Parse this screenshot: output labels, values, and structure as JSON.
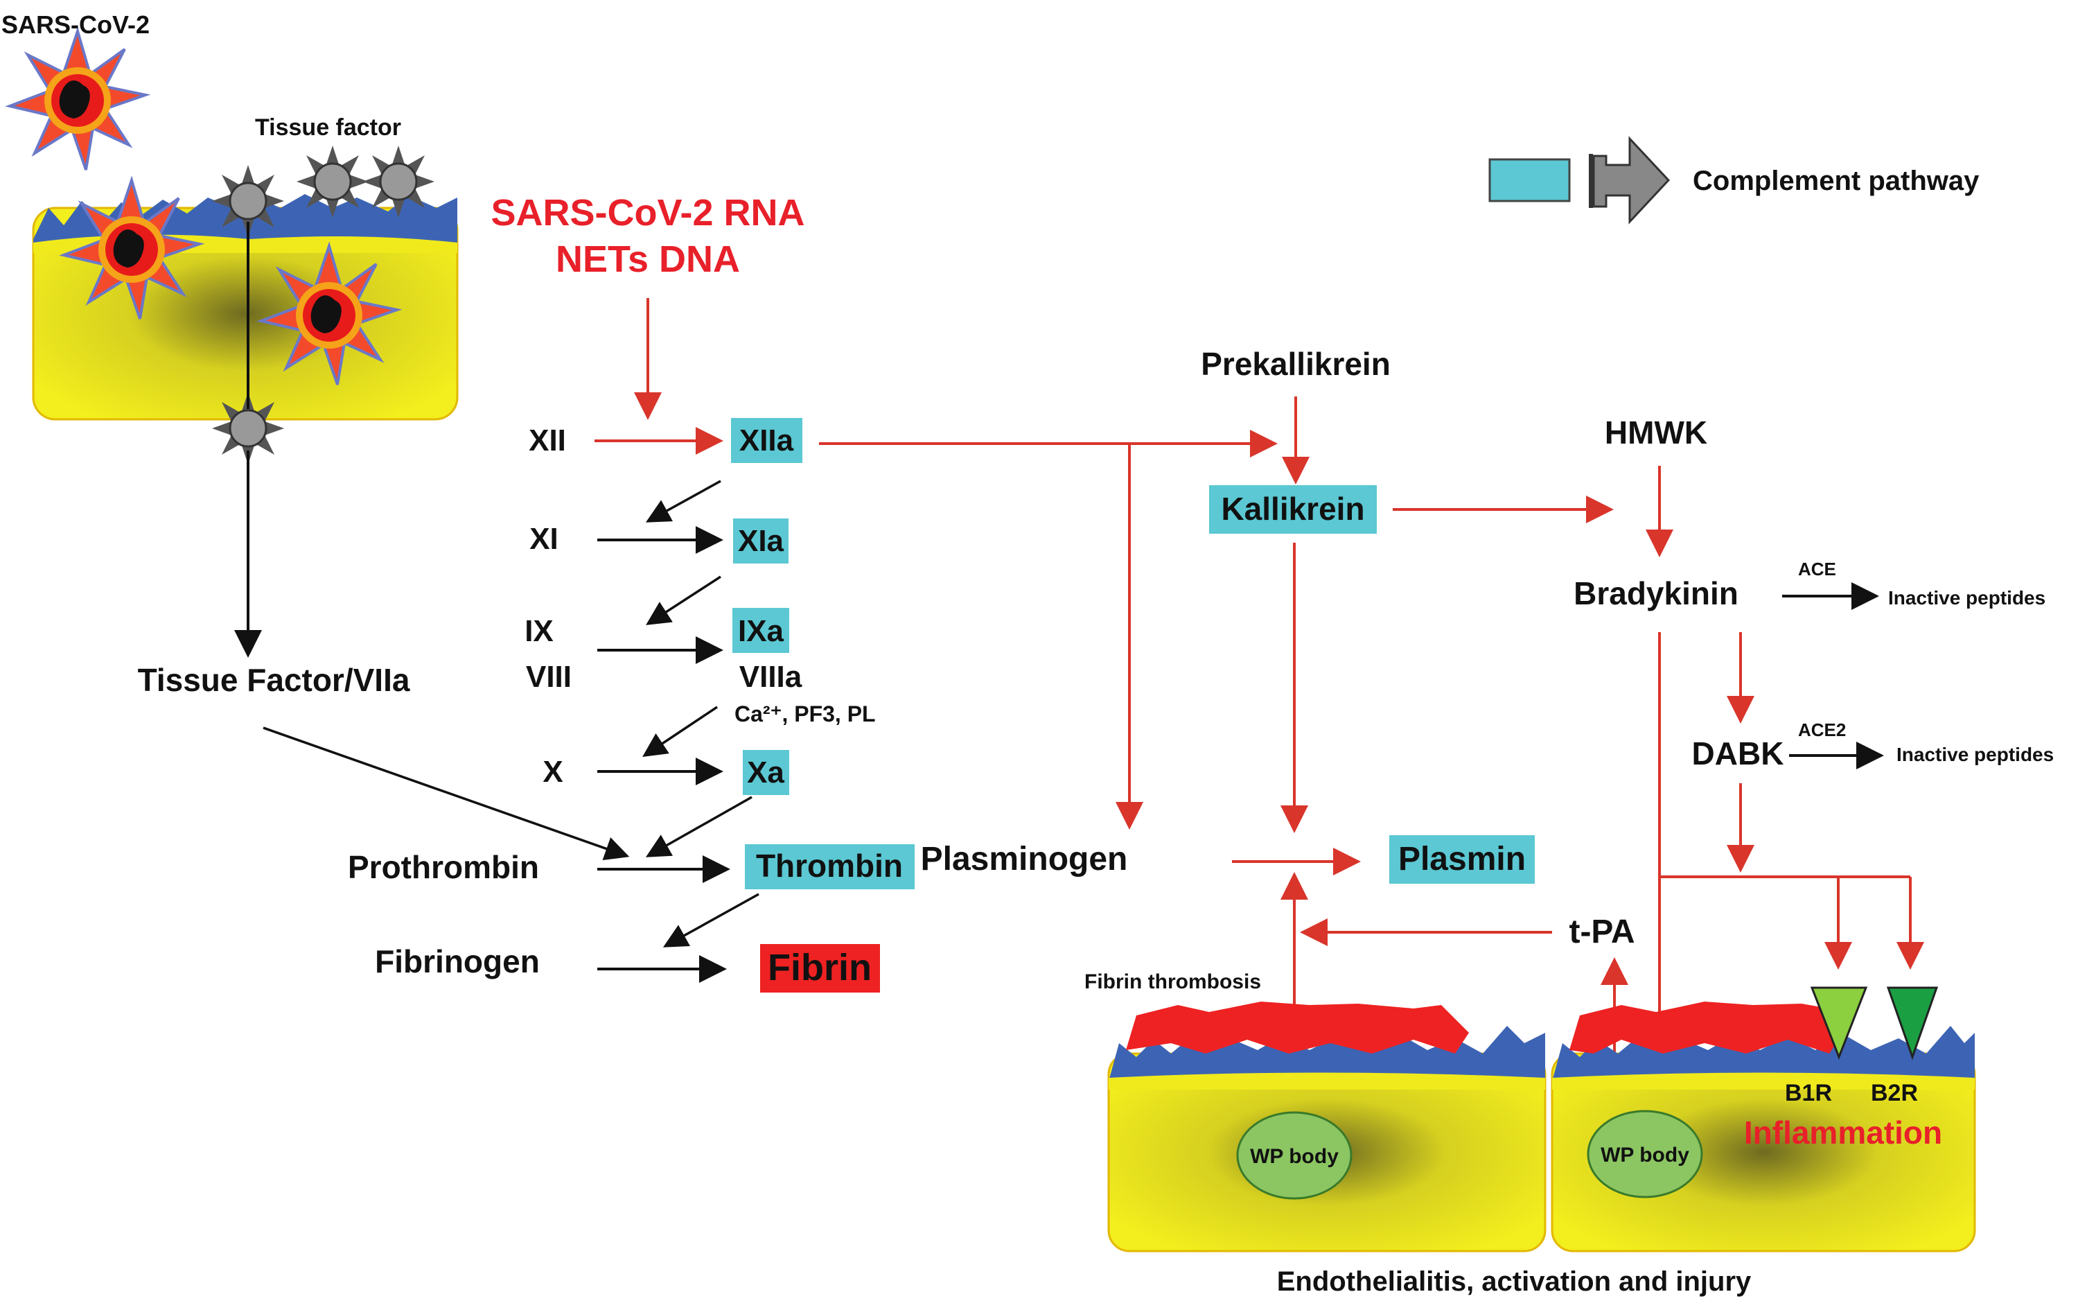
{
  "labels": {
    "virus": "SARS-CoV-2",
    "tissue_factor": "Tissue factor",
    "rna_line1": "SARS-CoV-2 RNA",
    "rna_line2": "NETs DNA",
    "legend": "Complement pathway",
    "xii": "XII",
    "xiia": "XIIa",
    "xi": "XI",
    "xia": "XIa",
    "ix": "IX",
    "viii": "VIII",
    "ixa": "IXa",
    "viiia": "VIIIa",
    "cofactors": "Ca²⁺, PF3, PL",
    "x": "X",
    "xa": "Xa",
    "tf_viia": "Tissue Factor/VIIa",
    "prothrombin": "Prothrombin",
    "thrombin": "Thrombin",
    "fibrinogen": "Fibrinogen",
    "fibrin": "Fibrin",
    "prekallikrein": "Prekallikrein",
    "kallikrein": "Kallikrein",
    "hmwk": "HMWK",
    "bradykinin": "Bradykinin",
    "ace": "ACE",
    "inactive1": "Inactive peptides",
    "dabk": "DABK",
    "ace2": "ACE2",
    "inactive2": "Inactive peptides",
    "plasminogen": "Plasminogen",
    "plasmin": "Plasmin",
    "tpa": "t-PA",
    "fibrin_thrombosis": "Fibrin thrombosis",
    "wp_body_1": "WP body",
    "wp_body_2": "WP body",
    "b1r": "B1R",
    "b2r": "B2R",
    "inflammation": "Inflammation",
    "caption": "Endothelialitis, activation and injury"
  },
  "colors": {
    "red": "#e8202a",
    "black": "#111111",
    "cyan": "#5bc8d3",
    "fibrin_red": "#ee2222",
    "yellow": "#f0ea1c",
    "blue_surface": "#3d64b4",
    "green_body": "#8cc663",
    "b1r_green": "#8ccf3f",
    "b2r_green": "#1aa043"
  }
}
